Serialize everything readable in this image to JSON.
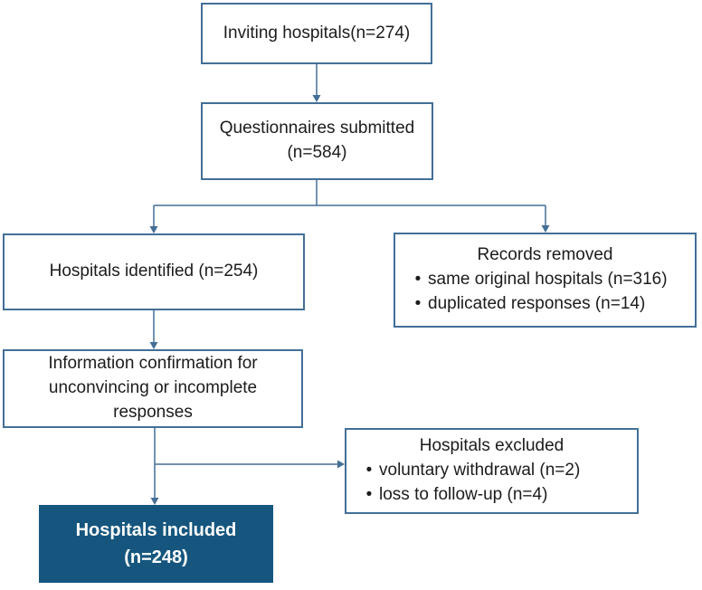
{
  "colors": {
    "box_border": "#436f97",
    "connector": "#436f97",
    "highlight_fill": "#16567e",
    "highlight_text": "#ffffff",
    "text": "#1c1c1c"
  },
  "boxes": {
    "inviting": {
      "lines": [
        "Inviting hospitals(n=274)"
      ]
    },
    "questionnaires": {
      "lines": [
        "Questionnaires submitted",
        "(n=584)"
      ]
    },
    "identified": {
      "lines": [
        "Hospitals identified (n=254)"
      ]
    },
    "records_removed": {
      "title": "Records removed",
      "bullet": "•",
      "items": [
        "same original hospitals (n=316)",
        "duplicated responses (n=14)"
      ]
    },
    "confirmation": {
      "lines": [
        "Information confirmation for",
        "unconvincing or incomplete",
        "responses"
      ]
    },
    "excluded": {
      "title": "Hospitals excluded",
      "bullet": "•",
      "items": [
        "voluntary withdrawal (n=2)",
        "loss to follow-up (n=4)"
      ]
    },
    "included": {
      "lines": [
        "Hospitals included",
        "(n=248)"
      ]
    }
  }
}
